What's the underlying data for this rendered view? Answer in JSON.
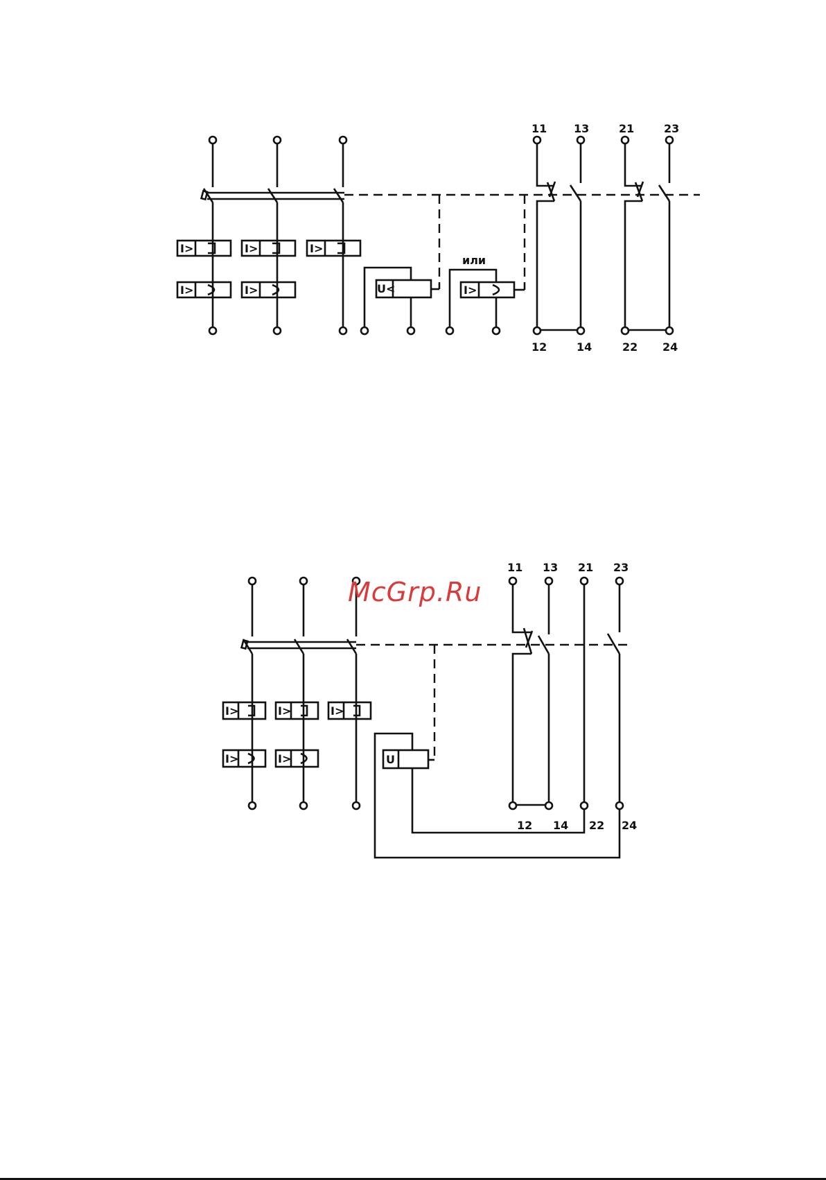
{
  "watermark": "McGrp.Ru",
  "diagram_1": {
    "or_label": "или",
    "top_labels": [
      "11",
      "13",
      "21",
      "23"
    ],
    "bottom_labels": [
      "12",
      "14",
      "22",
      "24"
    ],
    "undervoltage_symbol": "U<",
    "overcurrent_symbol": "I>"
  },
  "diagram_2": {
    "top_labels": [
      "11",
      "13",
      "21",
      "23"
    ],
    "bottom_labels": [
      "12",
      "14",
      "22",
      "24"
    ],
    "coil_symbol": "U",
    "overcurrent_symbol": "I>"
  }
}
